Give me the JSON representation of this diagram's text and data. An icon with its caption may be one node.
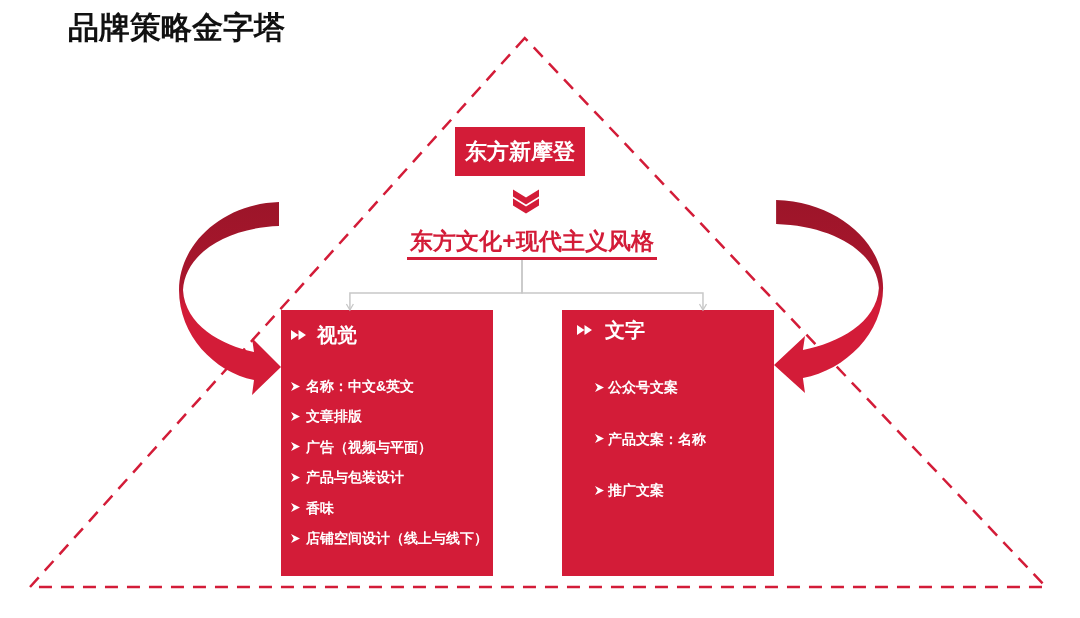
{
  "diagram": {
    "title": "品牌策略金字塔",
    "nodes": [
      {
        "text": [],
        "shape": "triangle"
      },
      {
        "text": [
          "东方新摩登"
        ],
        "in": 0
      },
      {
        "text": [
          "东方文化+现代主义风格"
        ],
        "in": 0
      },
      {
        "text": [
          "视觉",
          "名称：中文&英文",
          "文章排版",
          "广告（视频与平面）",
          "产品与包装设计",
          "香味",
          "店铺空间设计（线上与线下）"
        ],
        "in": 0
      },
      {
        "text": [
          "文字",
          "公众号文案",
          "产品文案：名称",
          "推广文案"
        ],
        "in": 0
      }
    ],
    "edges": [
      {
        "from": 1,
        "to": 2,
        "arrow": "to"
      },
      {
        "from": 2,
        "to": 3,
        "arrow": "to",
        "color": "#c8c8c8"
      },
      {
        "from": 2,
        "to": 4,
        "arrow": "to",
        "color": "#c8c8c8"
      },
      {
        "from": null,
        "to": 3,
        "arrow": "to",
        "style": "thick"
      },
      {
        "from": null,
        "to": 4,
        "arrow": "to",
        "style": "thick"
      }
    ]
  }
}
